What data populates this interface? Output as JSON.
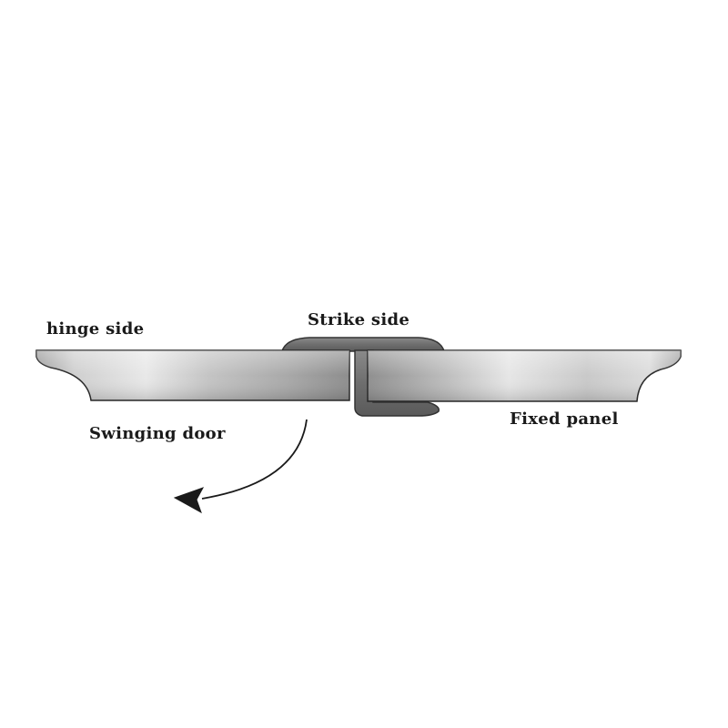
{
  "labels": {
    "hinge_side": "hinge side",
    "strike_side": "Strike side",
    "swinging_door": "Swinging door",
    "fixed_panel": "Fixed panel"
  },
  "colors": {
    "glass_light": "#e6e6e6",
    "glass_mid": "#bdbdbd",
    "glass_dark": "#8f8f8f",
    "seal": "#777777",
    "seal_dark": "#4a4a4a",
    "outline": "#222222",
    "arrow": "#1a1a1a"
  }
}
